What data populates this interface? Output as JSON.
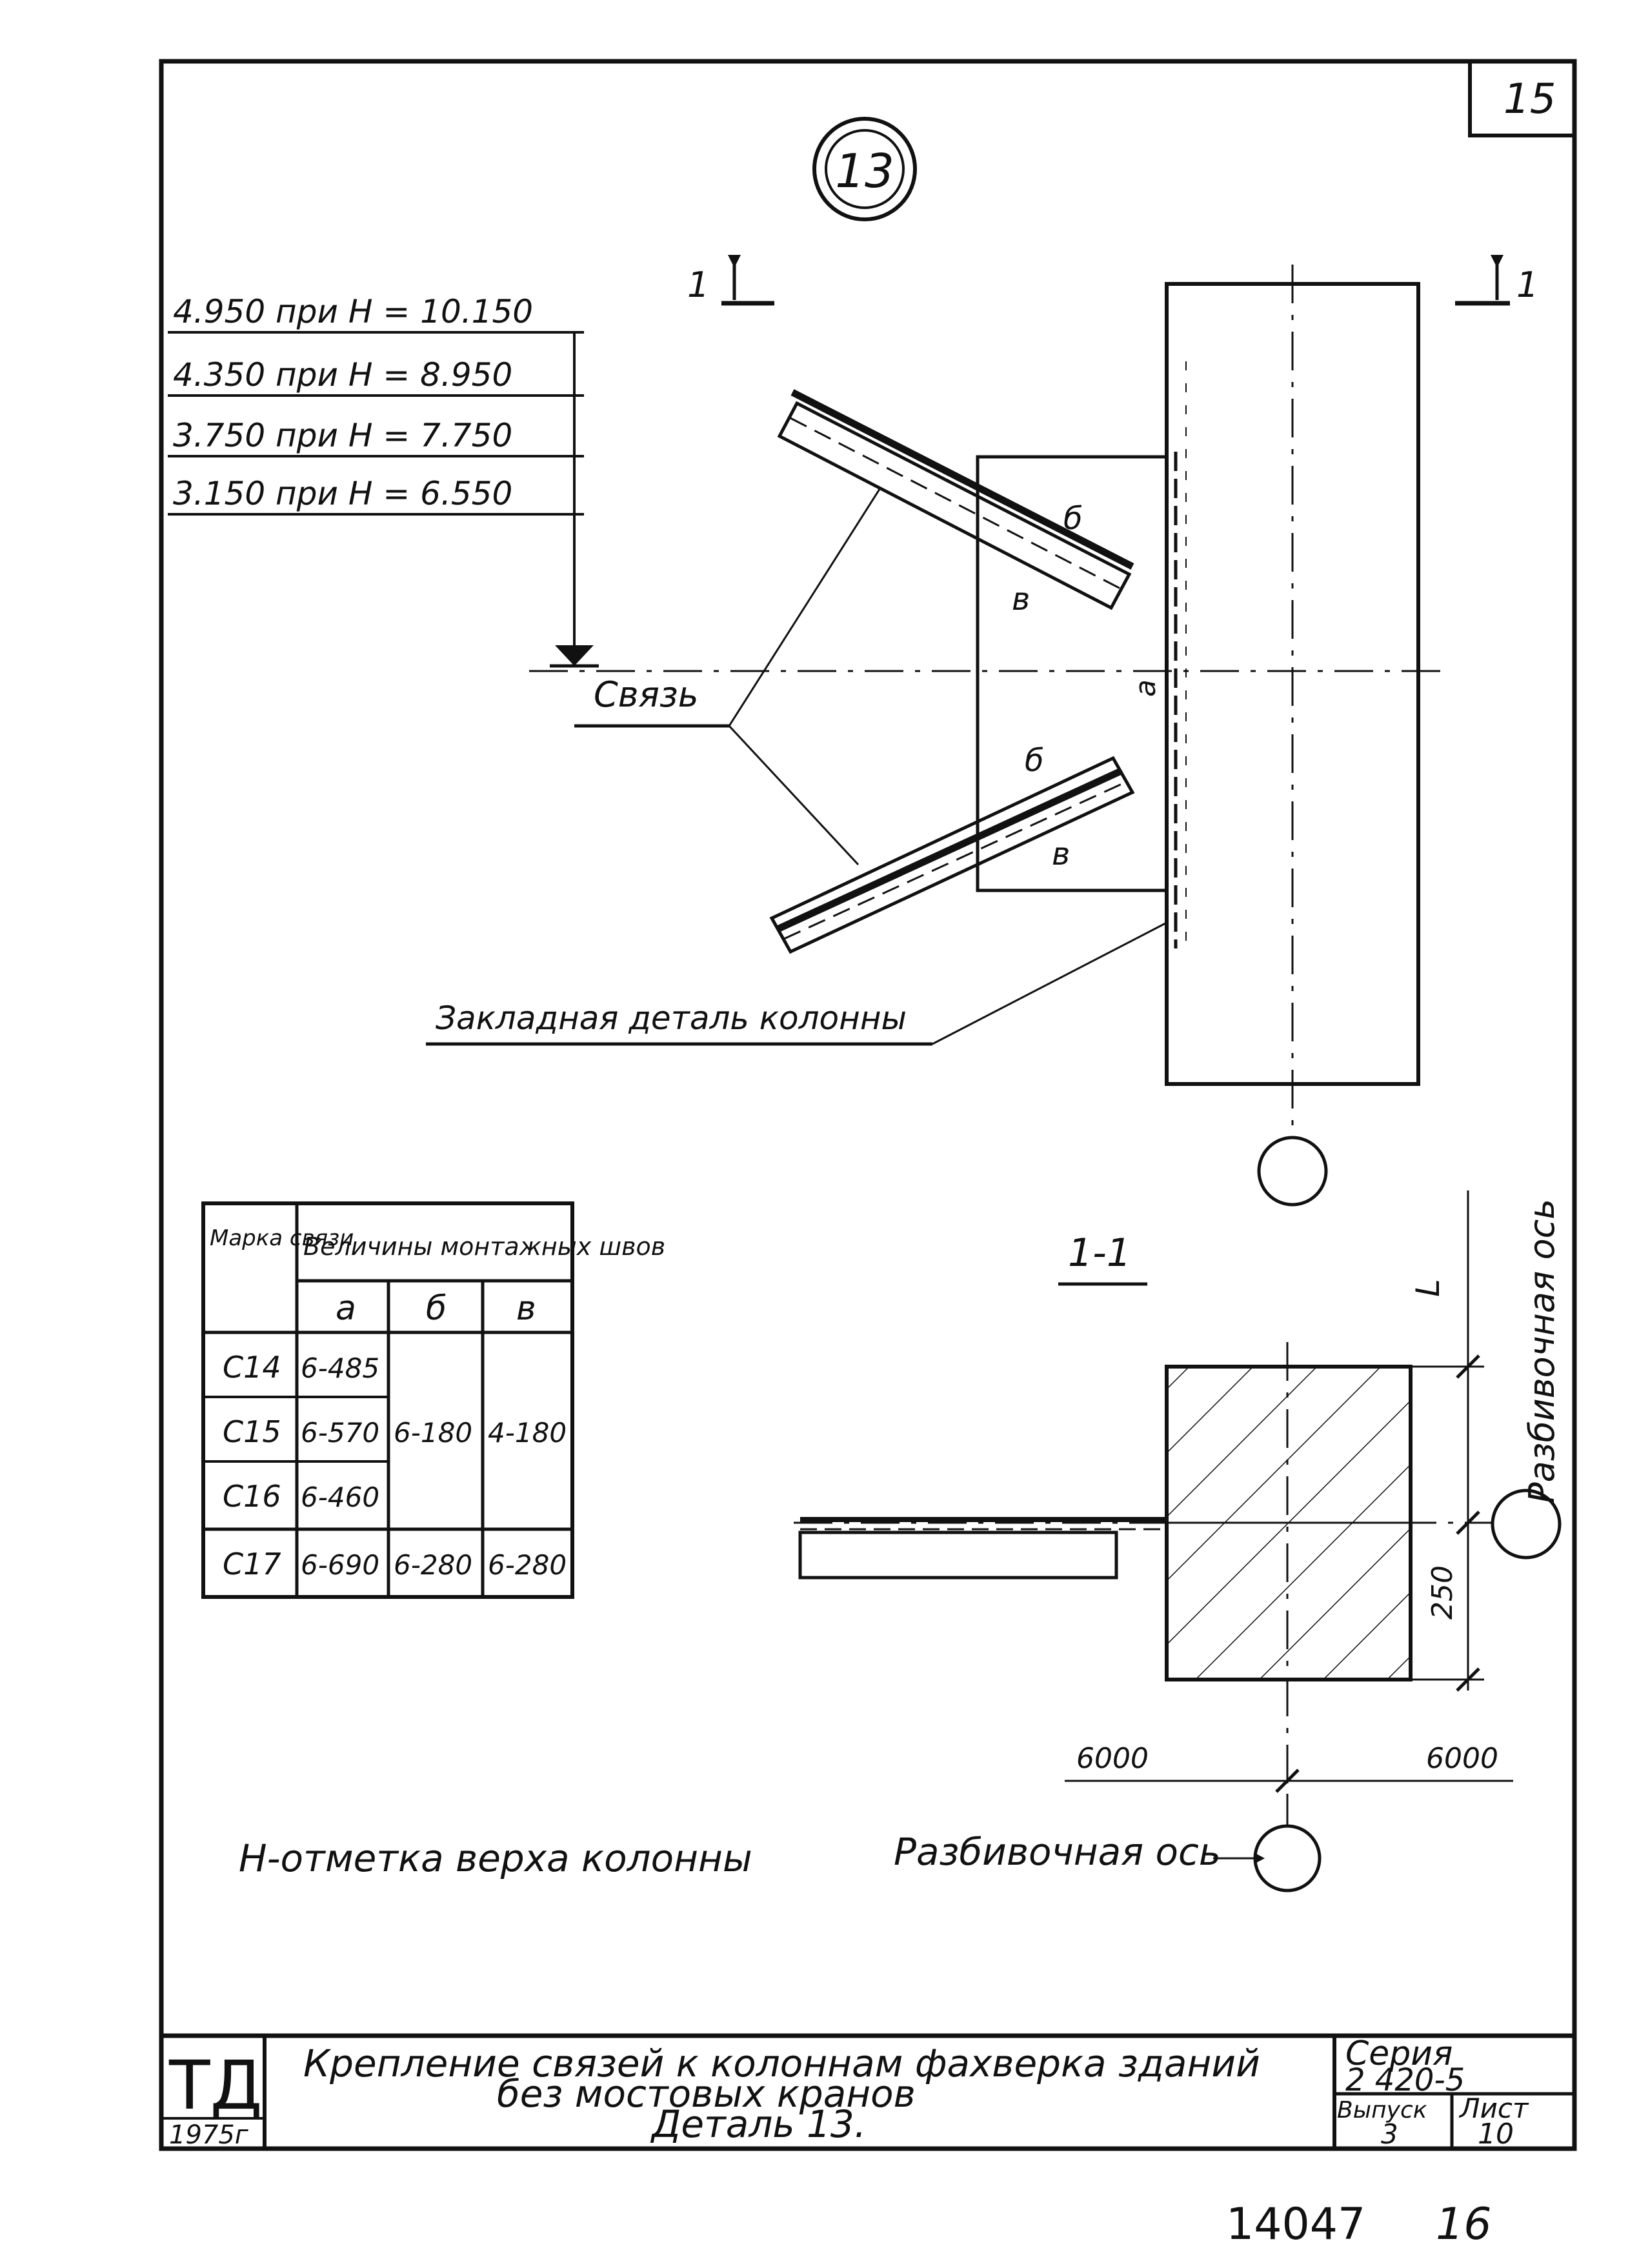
{
  "sheet_number": "15",
  "detail_marker": "13",
  "section_mark": "1",
  "elevations": [
    "4.950 при H = 10.150",
    "4.350 при H = 8.950",
    "3.750 при H = 7.750",
    "3.150 при H = 6.550"
  ],
  "callouts": {
    "brace": "Связь",
    "embedded_part": "Закладная деталь колонны"
  },
  "weld_marks": {
    "a": "а",
    "b": "б",
    "v": "в"
  },
  "section_title": "1-1",
  "dimensions": {
    "L": "L",
    "d250": "250",
    "span_left": "6000",
    "span_right": "6000"
  },
  "axis_label_vertical": "Разбивочная ось",
  "notes": {
    "h_note": "H-отметка верха колонны",
    "axis_label": "Разбивочная ось"
  },
  "weld_table": {
    "header_mark": "Марка связи",
    "header_values": "Величины монтажных швов",
    "sub_headers": [
      "а",
      "б",
      "в"
    ],
    "rows": [
      {
        "mark": "С14",
        "a": "6-485"
      },
      {
        "mark": "С15",
        "a": "6-570"
      },
      {
        "mark": "С16",
        "a": "6-460"
      },
      {
        "mark": "С17",
        "a": "6-690",
        "b": "6-280",
        "v": "6-280"
      }
    ],
    "merged_b": "6-180",
    "merged_v": "4-180"
  },
  "title_block": {
    "logo": "ТД",
    "year": "1975г",
    "title_line1": "Крепление связей к колоннам фахверка зданий",
    "title_line2": "без мостовых кранов",
    "title_line3": "Деталь 13.",
    "series_label": "Серия",
    "series_value": "2 420-5",
    "issue_label": "Выпуск",
    "issue_value": "3",
    "sheet_label": "Лист",
    "sheet_value": "10"
  },
  "archive_number": "14047",
  "archive_page": "16"
}
